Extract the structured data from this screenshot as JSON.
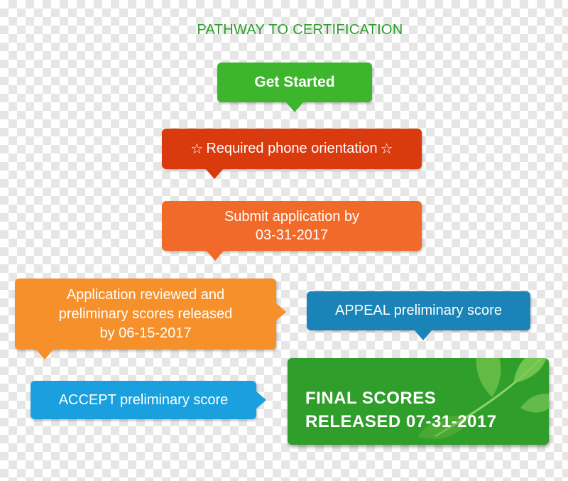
{
  "title": "PATHWAY TO CERTIFICATION",
  "steps": {
    "get_started": "Get Started",
    "phone": {
      "label": "Required phone orientation",
      "star_left": "☆",
      "star_right": "☆"
    },
    "submit": {
      "line1": "Submit application by",
      "line2": "03-31-2017"
    },
    "reviewed": {
      "line1": "Application reviewed and",
      "line2": "preliminary scores released",
      "line3": "by 06-15-2017"
    },
    "appeal": "APPEAL preliminary score",
    "accept": "ACCEPT preliminary score",
    "final": {
      "line1": "FINAL SCORES",
      "line2": "RELEASED 07-31-2017"
    }
  },
  "colors": {
    "title": "#2e9e2e",
    "get_started": "#3db52c",
    "phone": "#d93a0e",
    "submit": "#f26a2a",
    "reviewed": "#f5902b",
    "appeal": "#1a84b8",
    "accept": "#1aa0de",
    "final": "#2f9e2a",
    "leaf": "#6cc04a"
  },
  "icons": [
    "star-outline-icon",
    "leaf-decoration-icon"
  ]
}
